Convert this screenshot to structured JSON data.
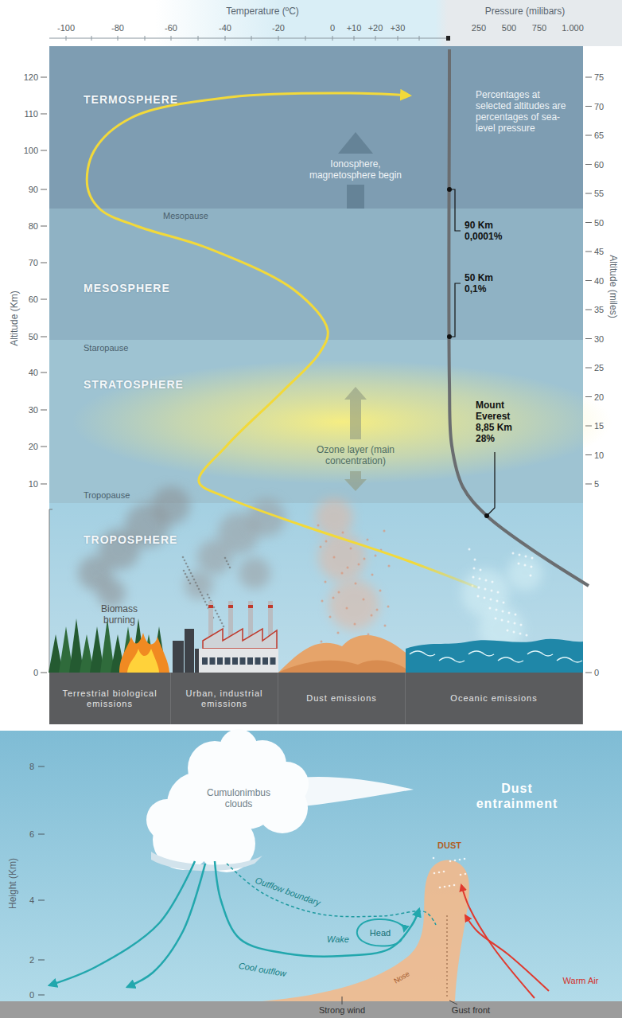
{
  "diagram": {
    "nodes": [
      {
        "text": [
          "TERMOSPHERE"
        ]
      },
      {
        "text": [
          "MESOSPHERE"
        ]
      },
      {
        "text": [
          "STRATOSPHERE"
        ]
      },
      {
        "text": [
          "TROPOSPHERE"
        ]
      },
      {
        "text": [
          "Terrestrial biological emissions"
        ]
      },
      {
        "text": [
          "Urban, industrial emissions"
        ]
      },
      {
        "text": [
          "Dust emissions"
        ]
      },
      {
        "text": [
          "Oceanic emissions"
        ]
      }
    ],
    "labels": [
      "Temperature (ºC)",
      "-100",
      "-80",
      "-60",
      "-40",
      "-20",
      "0",
      "+10",
      "+20",
      "+30",
      "Pressure (milibars)",
      "250",
      "500",
      "750",
      "1.000",
      "Altitude (Km)",
      "120",
      "110",
      "100",
      "90",
      "80",
      "70",
      "60",
      "50",
      "40",
      "30",
      "20",
      "10",
      "0",
      "Altitude (miles)",
      "75",
      "70",
      "65",
      "60",
      "55",
      "50",
      "45",
      "40",
      "35",
      "30",
      "25",
      "20",
      "15",
      "10",
      "5",
      "0",
      "Mesopause",
      "Staropause",
      "Tropopause",
      "Ionosphere, magnetosphere begin",
      "Percentages at selected altitudes are percentages of sea-level pressure",
      "90 Km 0,0001%",
      "50 Km 0,1%",
      "Mount Everest 8,85 Km 28%",
      "Ozone layer (main concentration)",
      "Biomass burning",
      "Dust entrainment",
      "Height (Km)",
      "8",
      "6",
      "4",
      "2",
      "0",
      "Cumulonimbus clouds",
      "DUST",
      "Outflow boundary",
      "Head",
      "Wake",
      "Cool outflow",
      "Nose",
      "Warm Air",
      "Strong wind",
      "Gust front"
    ]
  }
}
